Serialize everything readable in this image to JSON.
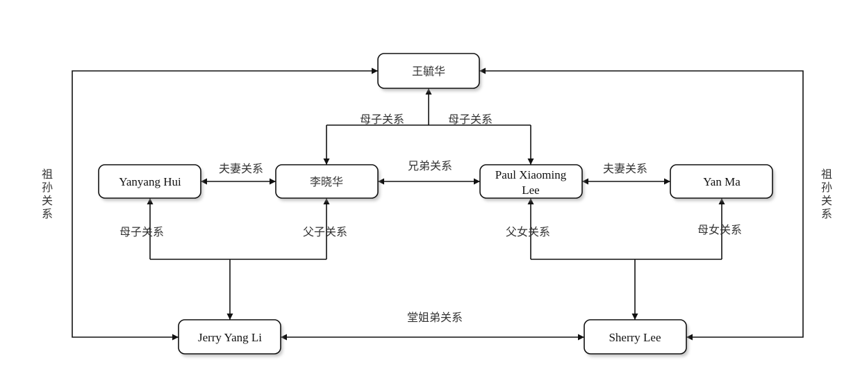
{
  "diagram": {
    "type": "family-relationship-diagram",
    "nodes": {
      "wang_yuhua": "王毓华",
      "yanyang_hui": "Yanyang Hui",
      "li_xiaohua": "李晓华",
      "paul_line1": "Paul Xiaoming",
      "paul_line2": "Lee",
      "yan_ma": "Yan Ma",
      "jerry": "Jerry Yang Li",
      "sherry": "Sherry Lee"
    },
    "edge_labels": {
      "mother_son_left": "母子关系",
      "mother_son_right": "母子关系",
      "spouse_left": "夫妻关系",
      "brothers": "兄弟关系",
      "spouse_right": "夫妻关系",
      "mother_son_bottom": "母子关系",
      "father_son": "父子关系",
      "father_daughter": "父女关系",
      "mother_daughter": "母女关系",
      "cousins": "堂姐弟关系",
      "grandparent_left": [
        "祖",
        "孙",
        "关",
        "系"
      ],
      "grandparent_right": [
        "祖",
        "孙",
        "关",
        "系"
      ]
    },
    "colors": {
      "line": "#111111",
      "text": "#333333",
      "box_fill": "#ffffff"
    }
  }
}
